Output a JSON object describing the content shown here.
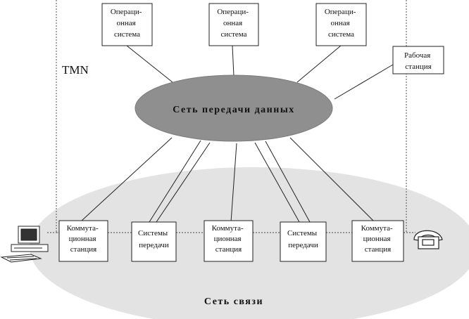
{
  "tmn_label": "TMN",
  "dcn": {
    "label": "Сеть передачи данных",
    "fill": "#8f8f8f"
  },
  "telecom_network": {
    "label": "Сеть связи",
    "fill": "#e3e3e3"
  },
  "operation_systems": [
    {
      "lines": [
        "Операци-",
        "онная",
        "система"
      ]
    },
    {
      "lines": [
        "Операци-",
        "онная",
        "система"
      ]
    },
    {
      "lines": [
        "Операци-",
        "онная",
        "система"
      ]
    }
  ],
  "workstation": {
    "lines": [
      "Рабочая",
      "станция"
    ]
  },
  "network_elements": [
    {
      "lines": [
        "Коммута-",
        "ционная",
        "станция"
      ]
    },
    {
      "lines": [
        "Системы",
        "передачи"
      ]
    },
    {
      "lines": [
        "Коммута-",
        "ционная",
        "станция"
      ]
    },
    {
      "lines": [
        "Системы",
        "передачи"
      ]
    },
    {
      "lines": [
        "Коммута-",
        "ционная",
        "станция"
      ]
    }
  ],
  "terminal_icons": [
    "computer-icon",
    "telephone-icon"
  ]
}
